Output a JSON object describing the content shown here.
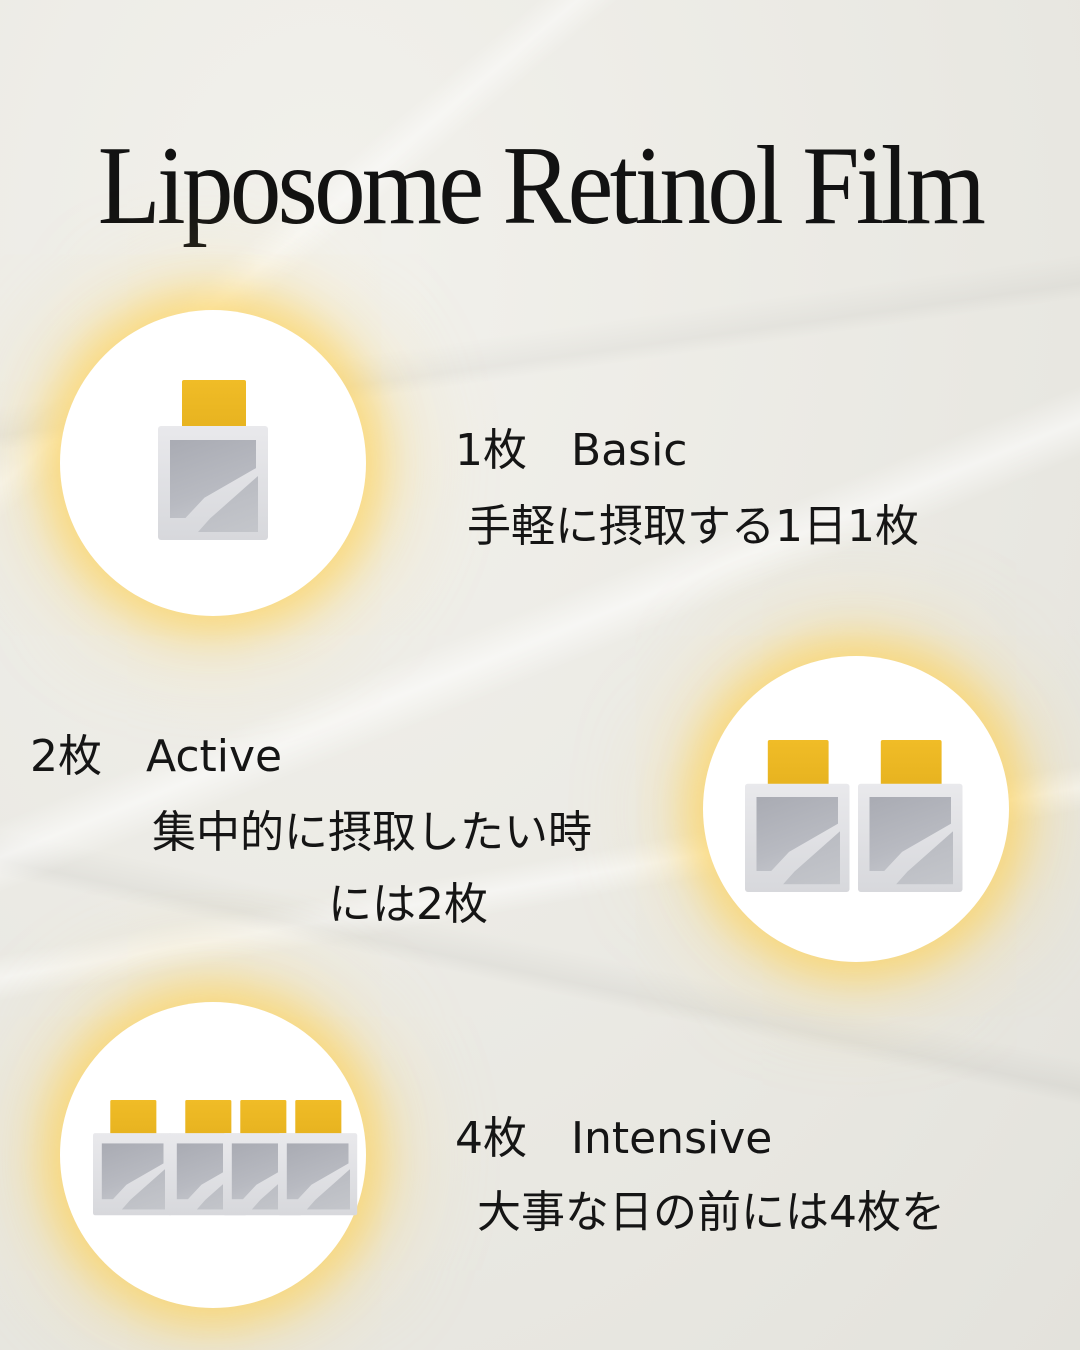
{
  "title": "Liposome Retinol Film",
  "items": [
    {
      "heading": "1枚　Basic",
      "description": "手軽に摂取する1日1枚"
    },
    {
      "heading": "2枚　Active",
      "description_line1": "集中的に摂取したい時",
      "description_line2": "には2枚"
    },
    {
      "heading": "4枚　Intensive",
      "description": "大事な日の前には4枚を"
    }
  ],
  "colors": {
    "background": "#ecebe6",
    "glow": "#ffcd46",
    "film_yellow": "#f0bc27",
    "foil": "#c4c6cb"
  },
  "images": {
    "product_icon": "retinol-film-pack"
  }
}
